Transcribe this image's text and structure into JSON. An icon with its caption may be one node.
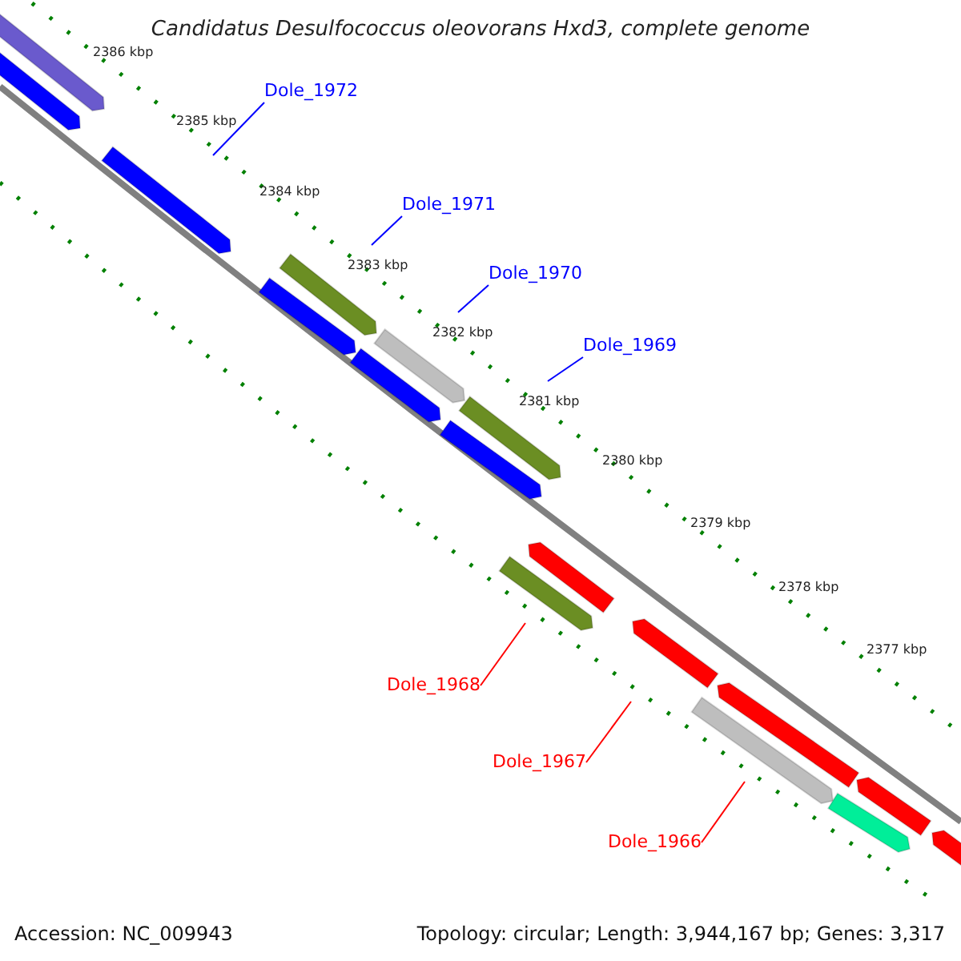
{
  "diagram": {
    "title": "Candidatus Desulfococcus oleovorans Hxd3, complete genome",
    "nodes": [
      {
        "text": [
          "Dole_1972"
        ]
      },
      {
        "text": [
          "Dole_1971"
        ]
      },
      {
        "text": [
          "Dole_1970"
        ]
      },
      {
        "text": [
          "Dole_1969"
        ]
      },
      {
        "text": [
          "Dole_1968"
        ]
      },
      {
        "text": [
          "Dole_1967"
        ]
      },
      {
        "text": [
          "Dole_1966"
        ]
      }
    ],
    "edges": [
      {
        "from": 0,
        "to": null,
        "arrow": "none"
      },
      {
        "from": 1,
        "to": null,
        "arrow": "none"
      },
      {
        "from": 2,
        "to": null,
        "arrow": "none"
      },
      {
        "from": 3,
        "to": null,
        "arrow": "none"
      },
      {
        "from": 4,
        "to": null,
        "arrow": "none",
        "color": "#ff0000"
      },
      {
        "from": 5,
        "to": null,
        "arrow": "none",
        "color": "#ff0000"
      },
      {
        "from": 6,
        "to": null,
        "arrow": "none",
        "color": "#ff0000"
      }
    ],
    "labels": [
      "2386 kbp",
      "2385 kbp",
      "2384 kbp",
      "2383 kbp",
      "2382 kbp",
      "2381 kbp",
      "2380 kbp",
      "2379 kbp",
      "2378 kbp",
      "2377 kbp",
      "Accession: NC_009943",
      "Topology: circular; Length: 3,944,167 bp; Genes: 3,317"
    ]
  }
}
